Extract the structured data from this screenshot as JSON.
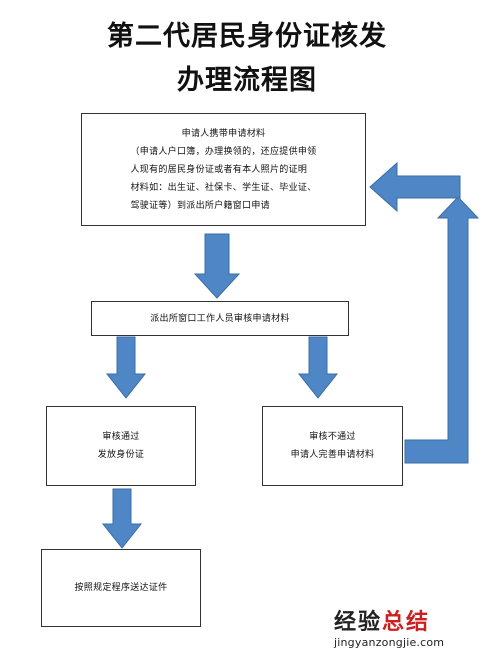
{
  "title": {
    "line1": "第二代居民身份证核发",
    "line2": "办理流程图"
  },
  "boxes": {
    "apply": {
      "lines": [
        "申请人携带申请材料",
        "（申请人户口簿，办理换领的，还应提供申领",
        "人现有的居民身份证或者有本人照片的证明",
        "材料如：出生证、社保卡、学生证、毕业证、",
        "驾驶证等）到派出所户籍窗口申请"
      ]
    },
    "review": {
      "text": "派出所窗口工作人员审核申请材料"
    },
    "pass": {
      "line1": "审核通过",
      "line2": "发放身份证"
    },
    "fail": {
      "line1": "审核不通过",
      "line2": "申请人完善申请材料"
    },
    "deliver": {
      "text": "按照规定程序送达证件"
    }
  },
  "colors": {
    "arrow_fill": "#4f86c6",
    "arrow_stroke": "#3a6ea5"
  },
  "watermark": {
    "main_part1": "经验",
    "main_part2": "总结",
    "url": "jingyanzongjie.com"
  }
}
